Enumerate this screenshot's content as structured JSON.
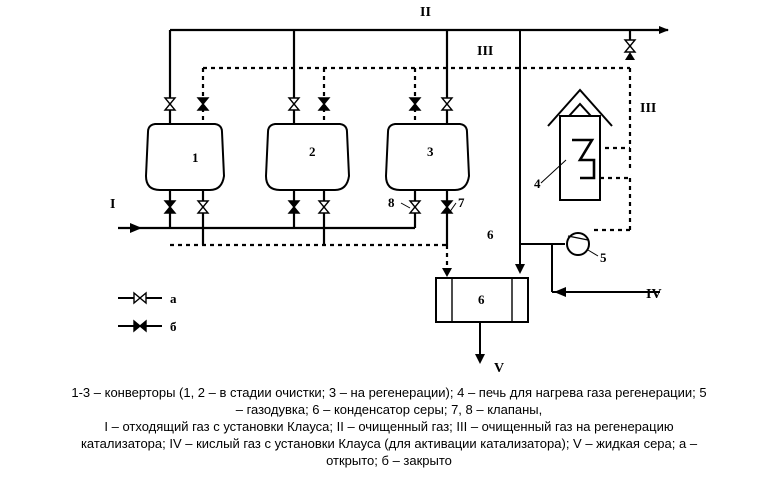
{
  "labels": {
    "stream_I": "I",
    "stream_II": "II",
    "stream_III_top": "III",
    "stream_III_right": "III",
    "stream_IV": "IV",
    "stream_V": "V",
    "stream_6": "6"
  },
  "components": {
    "converter_1": "1",
    "converter_2": "2",
    "converter_3": "3",
    "furnace": "4",
    "blower": "5",
    "condenser": "6",
    "valve_7": "7",
    "valve_8": "8"
  },
  "legend": {
    "open_label": "а",
    "closed_label": "б"
  },
  "caption": {
    "line1": "1-3 – конверторы (1, 2 – в стадии очистки; 3 – на регенерации); 4 – печь для нагрева газа регенерации; 5",
    "line2": "– газодувка; 6 – конденсатор серы; 7, 8 – клапаны,",
    "line3": "I – отходящий газ с установки Клауса; II – очищенный газ; III – очищенный газ на регенерацию",
    "line4": "катализатора; IV – кислый газ с установки Клауса (для активации катализатора); V – жидкая сера; а –",
    "line5": "открыто; б – закрыто"
  }
}
